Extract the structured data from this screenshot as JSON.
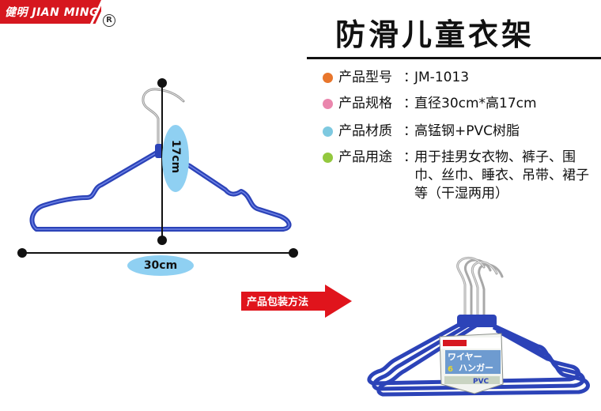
{
  "brand": {
    "logo_text": "健明 JIAN MING",
    "registered_mark": "R"
  },
  "title": "防滑儿童衣架",
  "specs": [
    {
      "label": "产品型号",
      "value": "JM-1013",
      "dot_color": "#e8762c"
    },
    {
      "label": "产品规格",
      "value": "直径30cm*高17cm",
      "dot_color": "#ea86ad"
    },
    {
      "label": "产品材质",
      "value": "高锰钢+PVC树脂",
      "dot_color": "#7ec9e0"
    },
    {
      "label": "产品用途",
      "value": "用于挂男女衣物、裤子、围巾、丝巾、睡衣、吊带、裙子等（干湿两用）",
      "dot_color": "#93c83e"
    }
  ],
  "colon": "：",
  "dimensions": {
    "width": "30cm",
    "height": "17cm"
  },
  "packaging_label": "产品包装方法",
  "package": {
    "title_line1": "ワイヤー",
    "title_line2": "ハンガー",
    "count": "6",
    "material": "PVC"
  },
  "colors": {
    "logo_red": "#d6171f",
    "hanger_blue": "#2c43b8",
    "bubble_blue": "#8fd0f2",
    "arrow_red": "#e0141c"
  }
}
